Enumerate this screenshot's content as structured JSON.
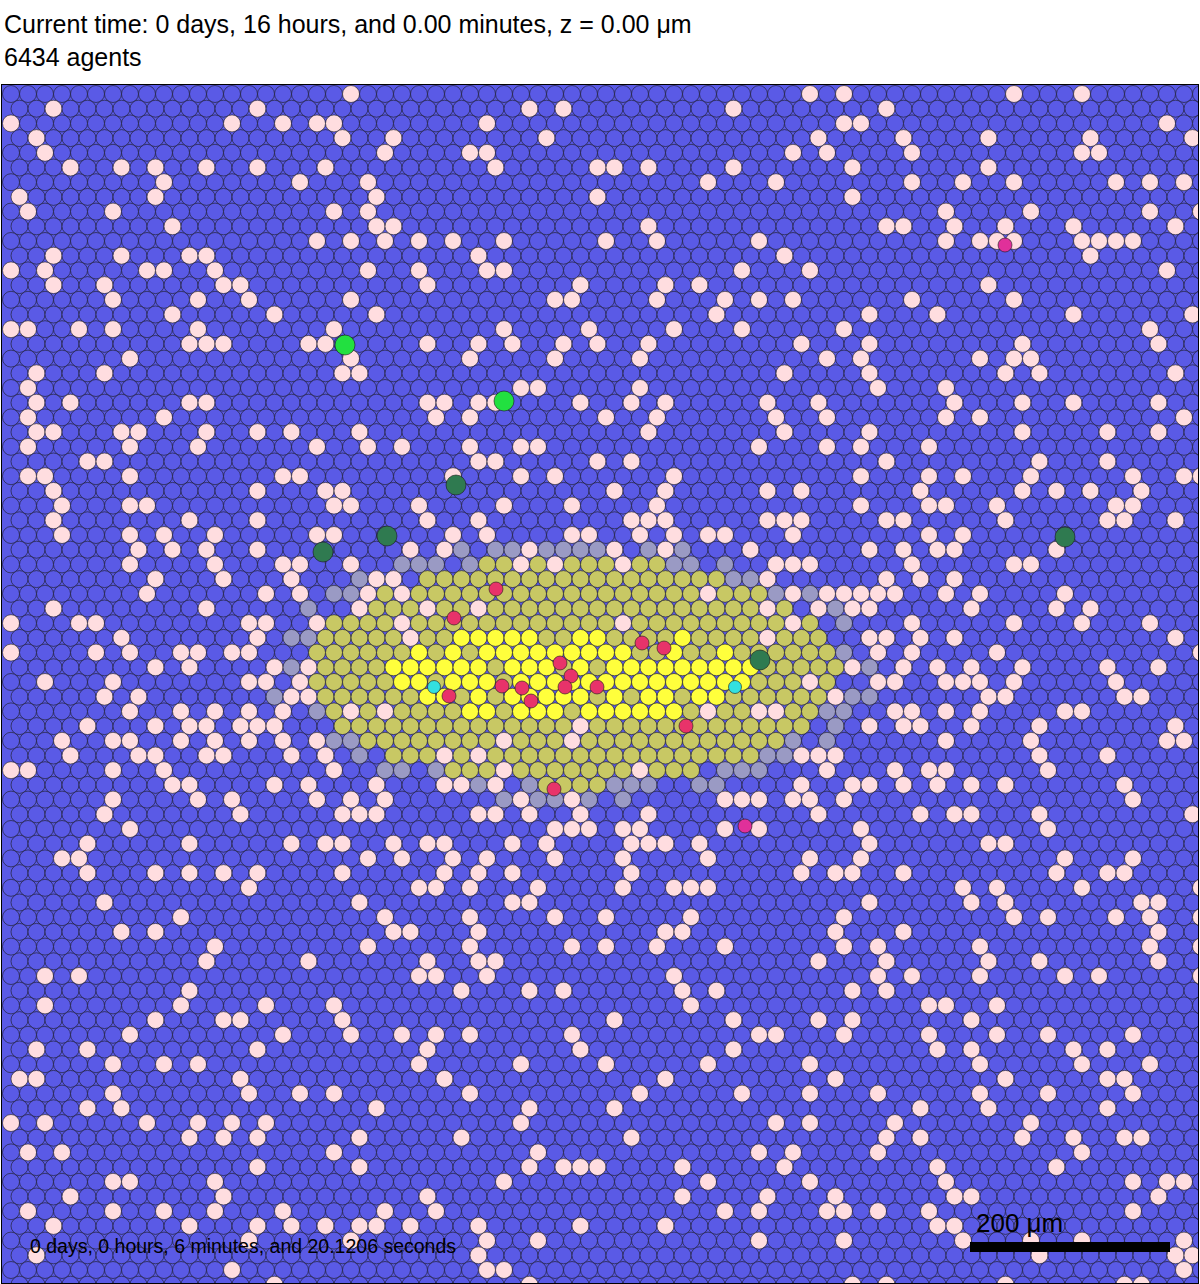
{
  "diagram": {
    "title": "Current time: 0 days, 16 hours, and 0.00 minutes, z = 0.00 μm",
    "labels": [
      "6434 agents",
      "200 μm",
      "0 days, 0 hours, 6 minutes, and 20.1206 seconds"
    ]
  }
}
